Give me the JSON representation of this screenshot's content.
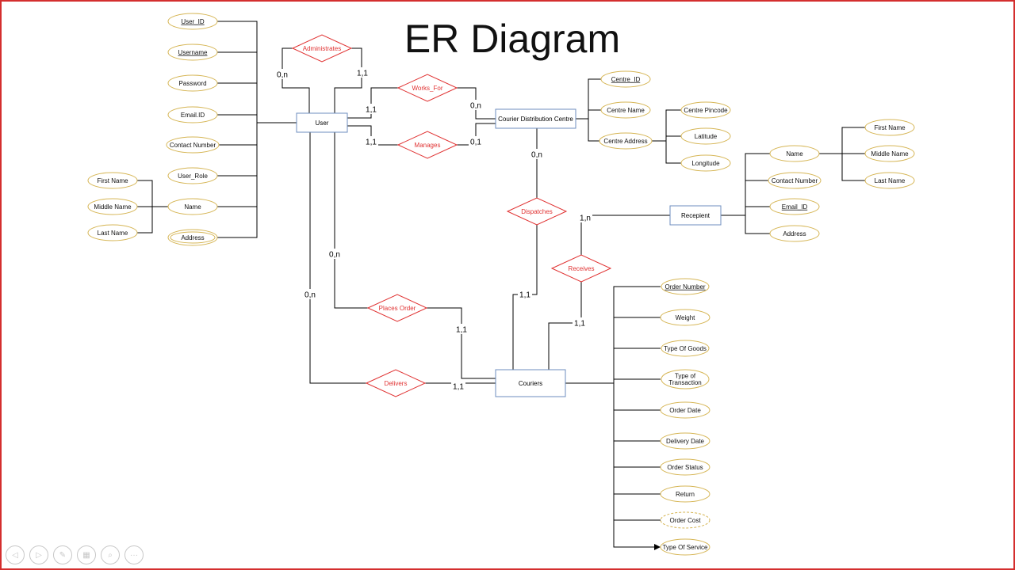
{
  "slide": {
    "title": "ER Diagram"
  },
  "entities": [
    {
      "id": "user",
      "label": "User"
    },
    {
      "id": "cdc",
      "label": "Courier Distribution Centre"
    },
    {
      "id": "recip",
      "label": "Recepient"
    },
    {
      "id": "couriers",
      "label": "Couriers"
    }
  ],
  "relationships": [
    {
      "id": "administrates",
      "label": "Administrates"
    },
    {
      "id": "works_for",
      "label": "Works_For"
    },
    {
      "id": "manages",
      "label": "Manages"
    },
    {
      "id": "dispatches",
      "label": "Dispatches"
    },
    {
      "id": "receives",
      "label": "Receives"
    },
    {
      "id": "places_order",
      "label": "Places Order"
    },
    {
      "id": "delivers",
      "label": "Delivers"
    }
  ],
  "attributes": [
    {
      "id": "u_id",
      "label": "User_ID",
      "key": true
    },
    {
      "id": "u_username",
      "label": "Username",
      "key": true
    },
    {
      "id": "u_password",
      "label": "Password"
    },
    {
      "id": "u_email",
      "label": "Email.ID"
    },
    {
      "id": "u_contact",
      "label": "Contact Number"
    },
    {
      "id": "u_role",
      "label": "User_Role"
    },
    {
      "id": "u_name",
      "label": "Name"
    },
    {
      "id": "u_address",
      "label": "Address",
      "multivalued": true
    },
    {
      "id": "u_first",
      "label": "First Name"
    },
    {
      "id": "u_middle",
      "label": "Middle Name"
    },
    {
      "id": "u_last",
      "label": "Last Name"
    },
    {
      "id": "c_id",
      "label": "Centre_ID",
      "key": true
    },
    {
      "id": "c_name",
      "label": "Centre Name"
    },
    {
      "id": "c_addr",
      "label": "Centre Address"
    },
    {
      "id": "c_pin",
      "label": "Centre Pincode"
    },
    {
      "id": "c_lat",
      "label": "Latitude"
    },
    {
      "id": "c_lon",
      "label": "Longitude"
    },
    {
      "id": "r_name",
      "label": "Name"
    },
    {
      "id": "r_contact",
      "label": "Contact Number"
    },
    {
      "id": "r_email",
      "label": "Email_ID",
      "key": true
    },
    {
      "id": "r_address",
      "label": "Address"
    },
    {
      "id": "r_first",
      "label": "First Name"
    },
    {
      "id": "r_middle",
      "label": "Middle Name"
    },
    {
      "id": "r_last",
      "label": "Last Name"
    },
    {
      "id": "o_number",
      "label": "Order Number",
      "key": true
    },
    {
      "id": "o_weight",
      "label": "Weight"
    },
    {
      "id": "o_goods",
      "label": "Type Of Goods"
    },
    {
      "id": "o_trans",
      "label": "Type of\nTransaction"
    },
    {
      "id": "o_date",
      "label": "Order Date"
    },
    {
      "id": "o_deliv",
      "label": "Delivery Date"
    },
    {
      "id": "o_status",
      "label": "Order Status"
    },
    {
      "id": "o_return",
      "label": "Return"
    },
    {
      "id": "o_cost",
      "label": "Order Cost",
      "derived": true
    },
    {
      "id": "o_service",
      "label": "Type Of Service"
    }
  ],
  "cardinalities": [
    {
      "id": "card_admin_left",
      "label": "0,n"
    },
    {
      "id": "card_admin_right",
      "label": "1,1"
    },
    {
      "id": "card_works_user",
      "label": "1,1"
    },
    {
      "id": "card_works_cdc",
      "label": "0,n"
    },
    {
      "id": "card_manages_user",
      "label": "1,1"
    },
    {
      "id": "card_manages_cdc",
      "label": "0,1"
    },
    {
      "id": "card_dispatch_cdc",
      "label": "0,n"
    },
    {
      "id": "card_dispatch_couriers",
      "label": "1,1"
    },
    {
      "id": "card_recv_recip",
      "label": "1,n"
    },
    {
      "id": "card_recv_couriers",
      "label": "1,1"
    },
    {
      "id": "card_places_user",
      "label": "0,n"
    },
    {
      "id": "card_places_couriers",
      "label": "1,1"
    },
    {
      "id": "card_deliv_user",
      "label": "0,n"
    },
    {
      "id": "card_deliv_couriers",
      "label": "1,1"
    }
  ],
  "colors": {
    "slide_border": "#d42e2e",
    "entity_stroke": "#6c8ebf",
    "relationship": "#e03131",
    "attribute_stroke": "#d6b656",
    "line": "#000000"
  },
  "presentation_controls": [
    "previous",
    "next",
    "pen",
    "slides",
    "zoom",
    "more"
  ]
}
